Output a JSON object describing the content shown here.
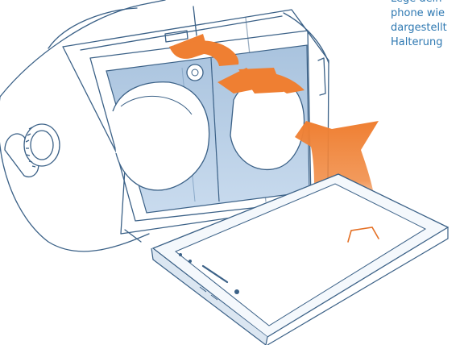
{
  "instruction": {
    "lines": [
      "Lege dein",
      "phone wie",
      "dargestellt",
      "Halterung"
    ]
  },
  "colors": {
    "line": "#3b6187",
    "lens_fill": "#b9cfe6",
    "arrow": "#ef7f32",
    "phone_edge": "#dbe6f1",
    "bracket": "#e46f23"
  },
  "icons": [
    "focus-dial-icon",
    "placement-arrow-icon",
    "phone-icon",
    "headset-icon"
  ]
}
